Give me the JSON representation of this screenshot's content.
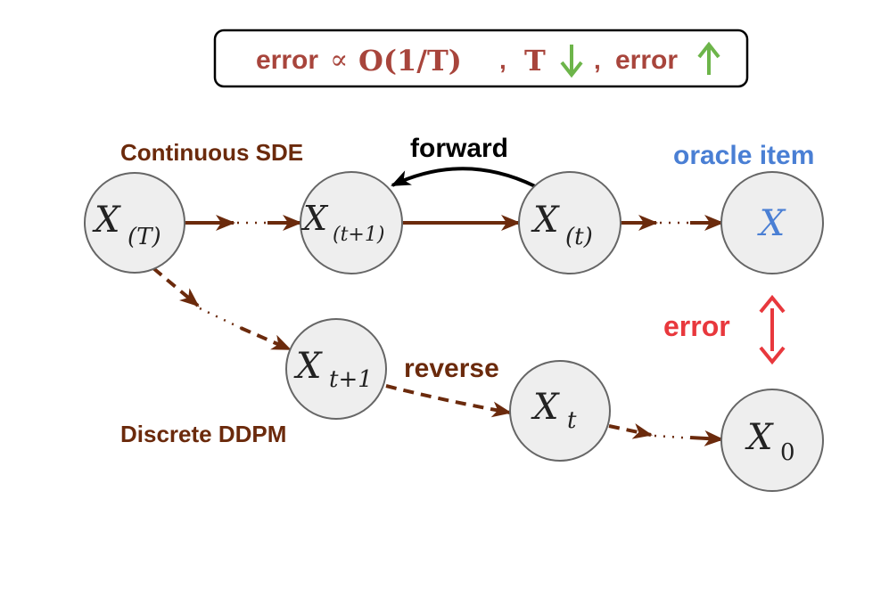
{
  "colors": {
    "brown": "#6b2a0c",
    "accent_red": "#a8453c",
    "blue": "#4a7fd4",
    "error_red": "#e8383d",
    "green": "#6db54a",
    "node_fill": "#eeeeee",
    "node_stroke": "#666666"
  },
  "formula": {
    "error_word": "error",
    "proportional": "∝",
    "big_o": "O(1/T)",
    "comma1": ",",
    "t_symbol": "T",
    "comma2": ",",
    "error_word2": "error",
    "down_arrow_icon": "arrow-down-icon",
    "up_arrow_icon": "arrow-up-icon"
  },
  "labels": {
    "continuous": "Continuous SDE",
    "discrete": "Discrete DDPM",
    "forward": "forward",
    "reverse": "reverse",
    "oracle": "oracle item",
    "error": "error"
  },
  "nodes": {
    "xT": {
      "base": "X",
      "sub": "(T)"
    },
    "xt1_top": {
      "base": "X",
      "sub": "(t+1)"
    },
    "xt_top": {
      "base": "X",
      "sub": "(t)"
    },
    "x_oracle": {
      "base": "X",
      "sub": ""
    },
    "xt1_bot": {
      "base": "X",
      "sub": "t+1"
    },
    "xt_bot": {
      "base": "X",
      "sub": "t"
    },
    "x0": {
      "base": "X",
      "sub": "0"
    }
  }
}
